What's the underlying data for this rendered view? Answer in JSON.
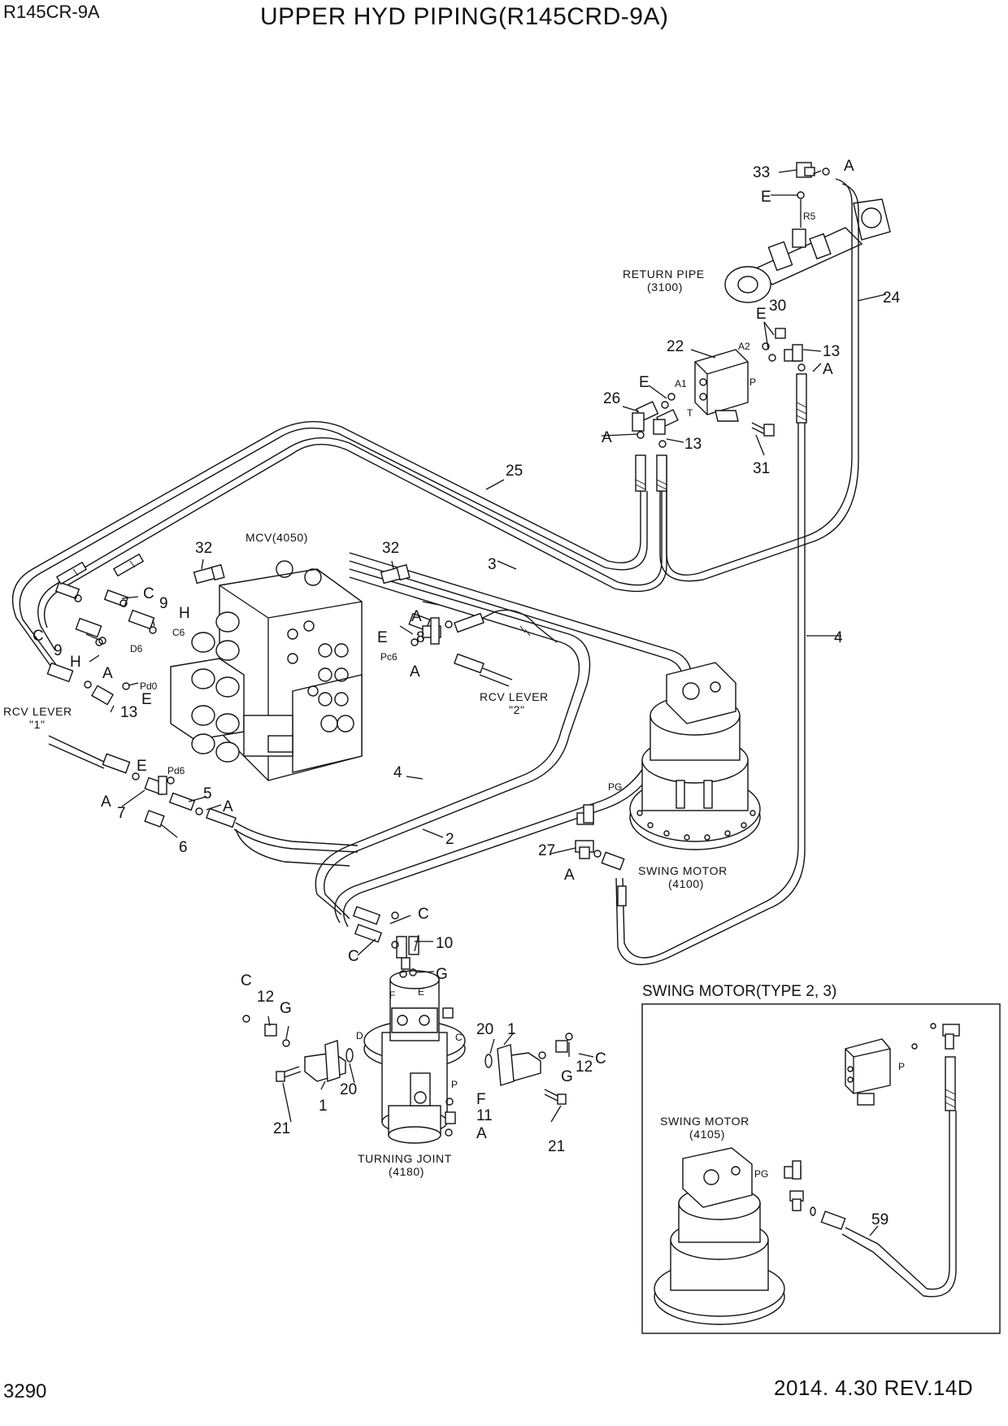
{
  "header": {
    "model": "R145CR-9A",
    "title": "UPPER HYD PIPING(R145CRD-9A)"
  },
  "footer": {
    "page_number": "3290",
    "revision": "2014. 4.30  REV.14D"
  },
  "components": {
    "return_pipe": {
      "name": "RETURN PIPE",
      "code": "(3100)"
    },
    "mcv": {
      "name": "MCV(4050)"
    },
    "rcv_lever_1": {
      "name": "RCV LEVER",
      "code": "\"1\""
    },
    "rcv_lever_2": {
      "name": "RCV LEVER",
      "code": "\"2\""
    },
    "swing_motor": {
      "name": "SWING MOTOR",
      "code": "(4100)"
    },
    "turning_joint": {
      "name": "TURNING JOINT",
      "code": "(4180)"
    }
  },
  "inset": {
    "title": "SWING MOTOR(TYPE 2, 3)",
    "swing_motor": {
      "name": "SWING MOTOR",
      "code": "(4105)"
    },
    "labels": {
      "port_pg": "PG",
      "port_p": "P",
      "part_59": "59"
    }
  },
  "port_labels": {
    "R5": "R5",
    "A2": "A2",
    "A1": "A1",
    "P": "P",
    "T": "T",
    "C6": "C6",
    "D6": "D6",
    "Pd0": "Pd0",
    "Pc6": "Pc6",
    "Pd6": "Pd6",
    "PG": "PG",
    "D": "D",
    "E": "E",
    "F": "F",
    "C": "C"
  },
  "part_numbers": {
    "p1": "1",
    "p2": "2",
    "p3": "3",
    "p4": "4",
    "p5": "5",
    "p6": "6",
    "p7": "7",
    "p8": "8",
    "p9": "9",
    "p10": "10",
    "p11": "11",
    "p12": "12",
    "p13": "13",
    "p20": "20",
    "p21": "21",
    "p22": "22",
    "p24": "24",
    "p25": "25",
    "p26": "26",
    "p27": "27",
    "p30": "30",
    "p31": "31",
    "p32": "32",
    "p33": "33"
  },
  "letter_callouts": {
    "A": "A",
    "C": "C",
    "E": "E",
    "F": "F",
    "G": "G",
    "H": "H"
  }
}
